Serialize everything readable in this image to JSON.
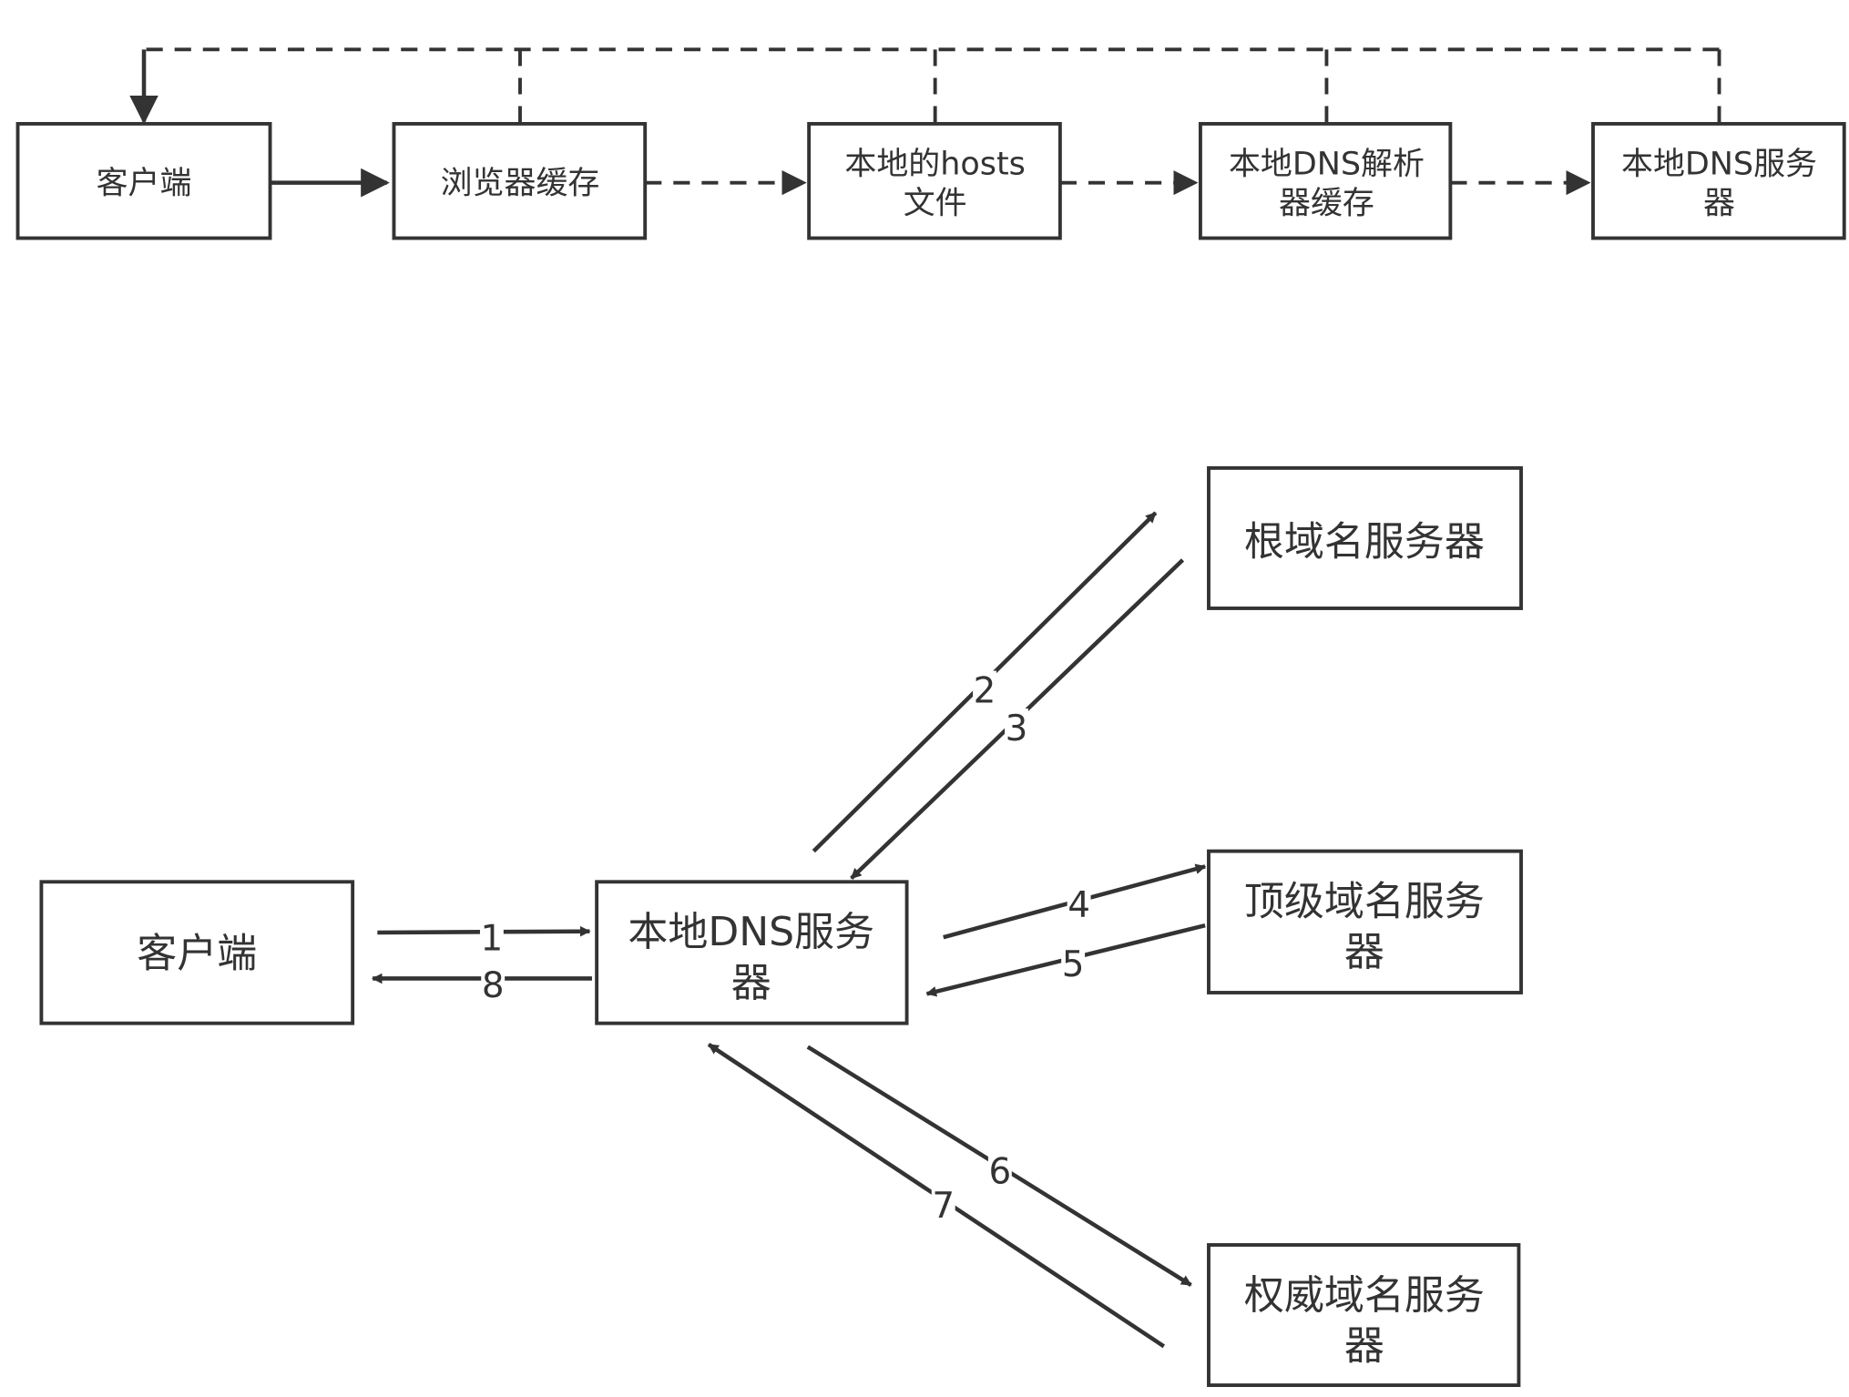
{
  "top_flow": {
    "nodes": [
      "客户端",
      "浏览器缓存",
      "本地的hosts|文件",
      "本地DNS解析|器缓存",
      "本地DNS服务|器"
    ],
    "edges": [
      {
        "from": "客户端",
        "to": "浏览器缓存",
        "style": "solid"
      },
      {
        "from": "浏览器缓存",
        "to": "本地的hosts文件",
        "style": "dashed"
      },
      {
        "from": "本地的hosts文件",
        "to": "本地DNS解析器缓存",
        "style": "dashed"
      },
      {
        "from": "本地DNS解析器缓存",
        "to": "本地DNS服务器",
        "style": "dashed"
      },
      {
        "from": "all",
        "to": "客户端",
        "style": "dashed",
        "note": "return"
      }
    ]
  },
  "bottom_flow": {
    "client": "客户端",
    "local_dns": [
      "本地DNS服务",
      "器"
    ],
    "root": "根域名服务器",
    "tld": [
      "顶级域名服务",
      "器"
    ],
    "auth": [
      "权威域名服务",
      "器"
    ],
    "steps": [
      "1",
      "2",
      "3",
      "4",
      "5",
      "6",
      "7",
      "8"
    ]
  },
  "colors": {
    "stroke": "#333333",
    "background": "#ffffff"
  }
}
